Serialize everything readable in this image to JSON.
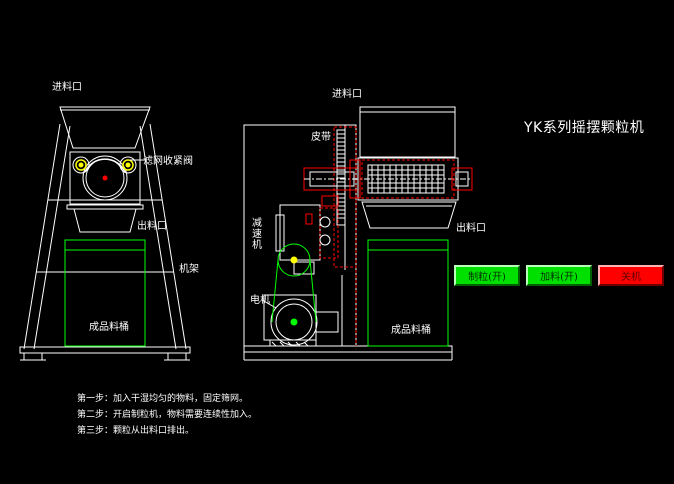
{
  "title": "YK系列摇摆颗粒机",
  "labels": {
    "inlet_left": "进料口",
    "inlet_right": "进料口",
    "mesh_valve": "滤网收紧阀",
    "outlet_left": "出料口",
    "outlet_right": "出料口",
    "frame": "机架",
    "bin_left": "成品料桶",
    "bin_right": "成品料桶",
    "belt": "皮带",
    "reducer": "减速机",
    "motor": "电机"
  },
  "buttons": {
    "granulate": "制粒(开)",
    "feed": "加料(开)",
    "stop": "关机"
  },
  "steps": [
    "第一步：加入干湿均匀的物料，固定筛网。",
    "第二步：开启制粒机，物料需要连续性加入。",
    "第三步：颗粒从出料口排出。"
  ],
  "colors": {
    "background": "#000000",
    "line": "#ffffff",
    "bin": "#00ff00",
    "accent": "#ff0000",
    "highlight": "#ffff00",
    "button_on": "#00e000",
    "button_off": "#ff0000"
  }
}
